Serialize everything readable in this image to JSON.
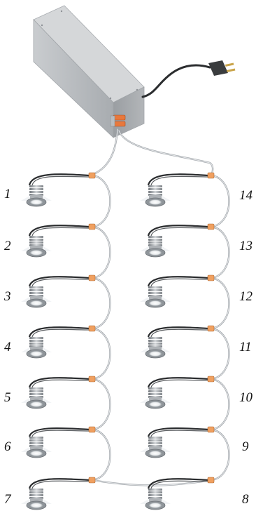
{
  "diagram": {
    "left_column_labels": [
      "1",
      "2",
      "3",
      "4",
      "5",
      "6",
      "7"
    ],
    "right_column_labels": [
      "14",
      "13",
      "12",
      "11",
      "10",
      "9",
      "8"
    ],
    "colors": {
      "box_front": "#b9bcbf",
      "box_side": "#9ea2a6",
      "box_top": "#d3d5d7",
      "terminal": "#e8783c",
      "cable": "#bfc3c7",
      "lead": "#2a2c2e",
      "connector": "#f0a060",
      "light_body": "#c4c8cc",
      "light_dark": "#8a8f94"
    }
  }
}
